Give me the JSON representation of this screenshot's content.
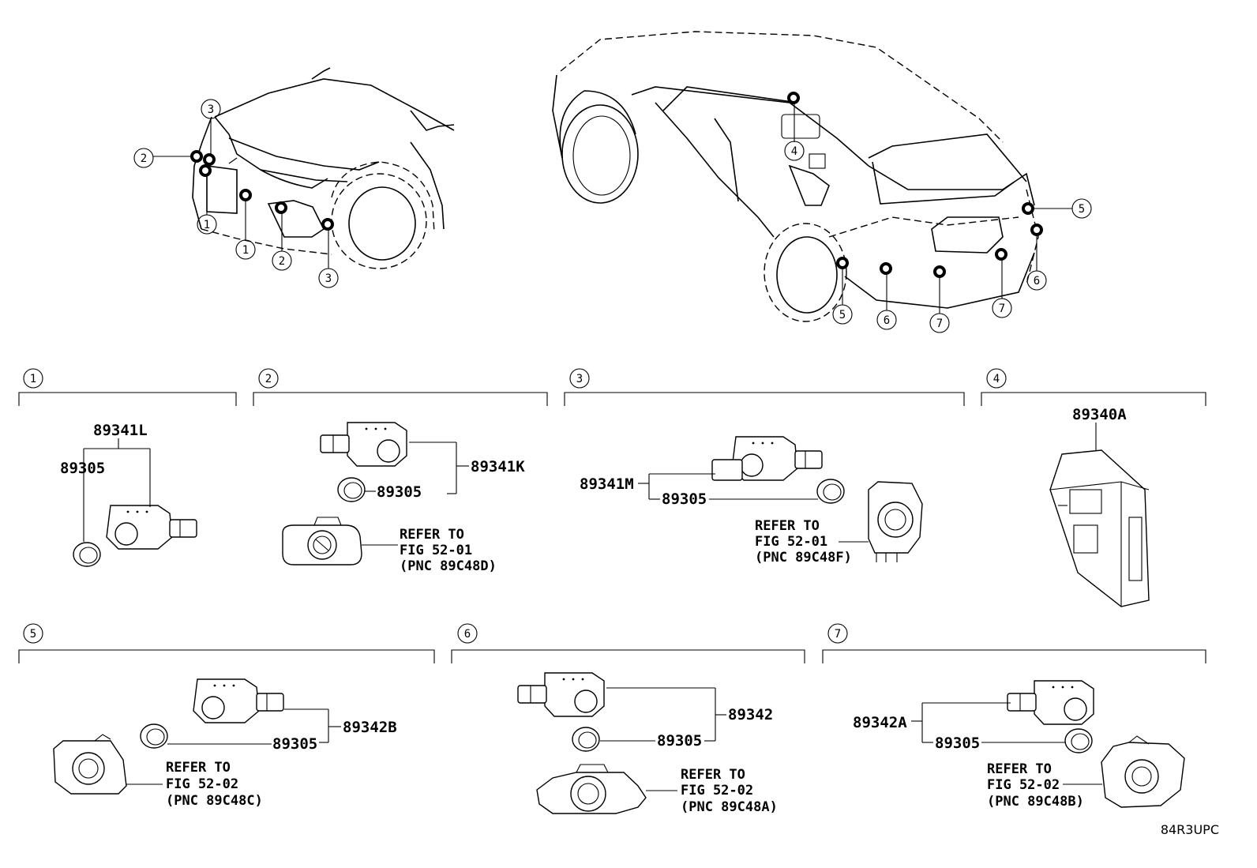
{
  "callouts": [
    "1",
    "2",
    "3",
    "4",
    "5",
    "6",
    "7"
  ],
  "sections": [
    {
      "num": "1"
    },
    {
      "num": "2"
    },
    {
      "num": "3"
    },
    {
      "num": "4"
    },
    {
      "num": "5"
    },
    {
      "num": "6"
    },
    {
      "num": "7"
    }
  ],
  "parts": {
    "s1_sensor": "89341L",
    "s1_ring": "89305",
    "s2_sensor": "89341K",
    "s2_ring": "89305",
    "s3_sensor": "89341M",
    "s3_ring": "89305",
    "s4_ecu": "89340A",
    "s5_sensor": "89342B",
    "s5_ring": "89305",
    "s6_sensor": "89342",
    "s6_ring": "89305",
    "s7_sensor": "89342A",
    "s7_ring": "89305"
  },
  "refers": {
    "s2": {
      "l1": "REFER TO",
      "l2": "FIG 52-01",
      "l3": "(PNC 89C48D)"
    },
    "s3": {
      "l1": "REFER TO",
      "l2": "FIG 52-01",
      "l3": "(PNC 89C48F)"
    },
    "s5": {
      "l1": "REFER TO",
      "l2": "FIG 52-02",
      "l3": "(PNC 89C48C)"
    },
    "s6": {
      "l1": "REFER TO",
      "l2": "FIG 52-02",
      "l3": "(PNC 89C48A)"
    },
    "s7": {
      "l1": "REFER TO",
      "l2": "FIG 52-02",
      "l3": "(PNC 89C48B)"
    }
  },
  "diagram_code": "84R3UPC"
}
